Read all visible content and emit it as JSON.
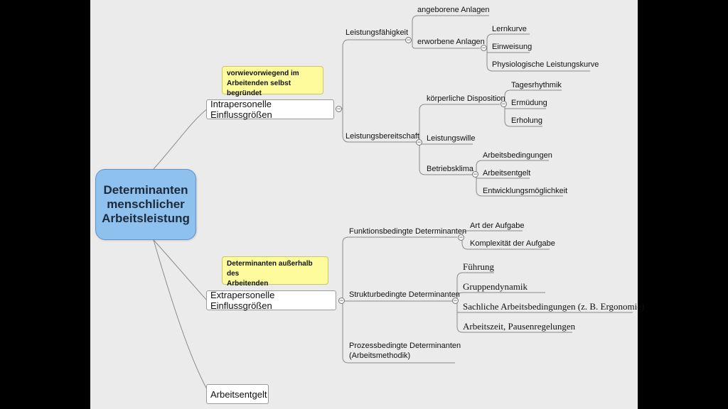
{
  "root": {
    "line1": "Determinanten",
    "line2": "menschlicher",
    "line3": "Arbeitsleistung"
  },
  "branches": {
    "intra": {
      "label": "Intrapersonelle Einflussgrößen",
      "note": {
        "line1": "vorwievorwiegend im",
        "line2": "Arbeitenden selbst begründet"
      },
      "leistungsfaehigkeit": {
        "label": "Leistungsfähigkeit",
        "angeboren": "angeborene Anlagen",
        "erworben": {
          "label": "erworbene Anlagen",
          "children": [
            "Lernkurve",
            "Einweisung",
            "Physiologische Leistungskurve"
          ]
        }
      },
      "leistungsbereitschaft": {
        "label": "Leistungsbereitschaft",
        "koerperlich": {
          "label": "körperliche Disposition",
          "children": [
            "Tagesrhythmik",
            "Ermüdung",
            "Erholung"
          ]
        },
        "wille": "Leistungswille",
        "klima": {
          "label": "Betriebsklima",
          "children": [
            "Arbeitsbedingungen",
            "Arbeitsentgelt",
            "Entwicklungsmöglichkeit"
          ]
        }
      }
    },
    "extra": {
      "label": "Extrapersonelle Einflussgrößen",
      "note": {
        "line1": "Determinanten außerhalb des",
        "line2": "Arbeitenden"
      },
      "funktion": {
        "label": "Funktionsbedingte Determinanten",
        "children": [
          "Art der Aufgabe",
          "Komplexität der Aufgabe"
        ]
      },
      "struktur": {
        "label": "Strukturbedingte Determinanten",
        "children": [
          "Führung",
          "Gruppendynamik",
          "Sachliche Arbeitsbedingungen (z. B. Ergonomie)",
          "Arbeitszeit, Pausenregelungen"
        ]
      },
      "prozess": {
        "line1": "Prozessbedingte Determinanten",
        "line2": "(Arbeitsmethodik)"
      }
    },
    "entgelt": {
      "label": "Arbeitsentgelt"
    }
  }
}
